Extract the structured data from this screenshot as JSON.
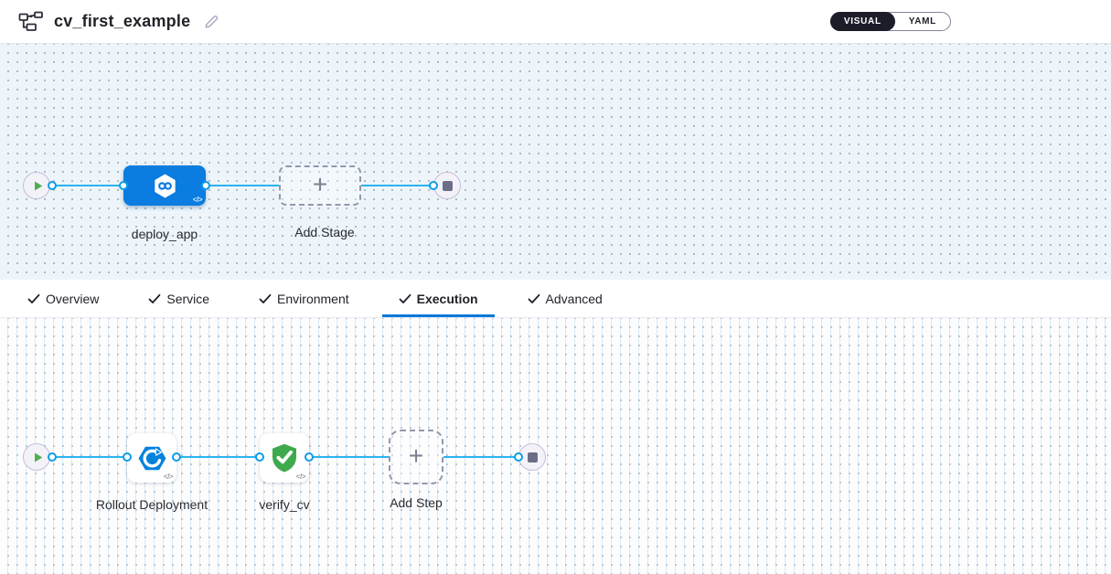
{
  "colors": {
    "primary_blue": "#0278d5",
    "edge_blue": "#2bb3f0",
    "stage_node_blue": "#0b7ce0",
    "play_green": "#4fae52",
    "verify_green": "#3fa94d",
    "toggle_dark": "#1c1d29"
  },
  "header": {
    "title": "cv_first_example",
    "view_toggle": {
      "visual_label": "VISUAL",
      "yaml_label": "YAML",
      "selected": "VISUAL"
    }
  },
  "icons": {
    "plus": "+",
    "code_badge": "</>"
  },
  "stage_pipeline": {
    "stage_label": "deploy_app",
    "add_stage_label": "Add Stage"
  },
  "tabs": [
    {
      "label": "Overview",
      "checked": true,
      "active": false
    },
    {
      "label": "Service",
      "checked": true,
      "active": false
    },
    {
      "label": "Environment",
      "checked": true,
      "active": false
    },
    {
      "label": "Execution",
      "checked": true,
      "active": true
    },
    {
      "label": "Advanced",
      "checked": true,
      "active": false
    }
  ],
  "execution_pipeline": {
    "step1_label": "Rollout Deployment",
    "step2_label": "verify_cv",
    "add_step_label": "Add Step"
  }
}
